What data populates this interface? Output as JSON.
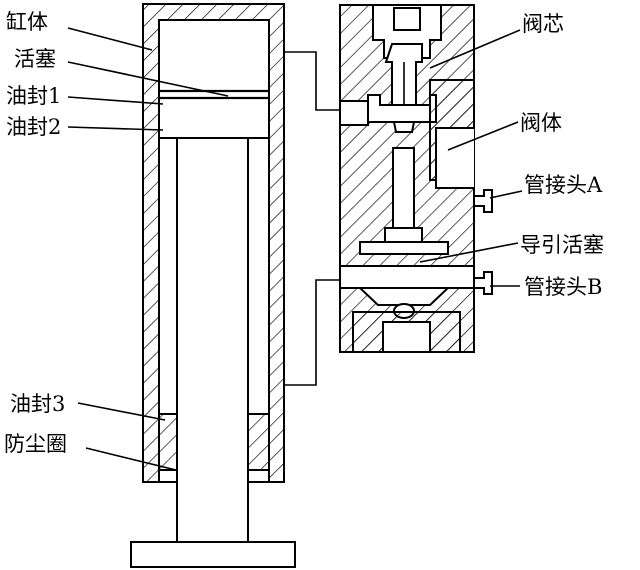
{
  "labels": {
    "cylinder_body": "缸体",
    "piston": "活塞",
    "oil_seal_1": "油封1",
    "oil_seal_2": "油封2",
    "oil_seal_3": "油封3",
    "dust_ring": "防尘圈",
    "valve_core": "阀芯",
    "valve_body": "阀体",
    "pipe_joint_a": "管接头A",
    "pilot_piston": "导引活塞",
    "pipe_joint_b": "管接头B"
  }
}
